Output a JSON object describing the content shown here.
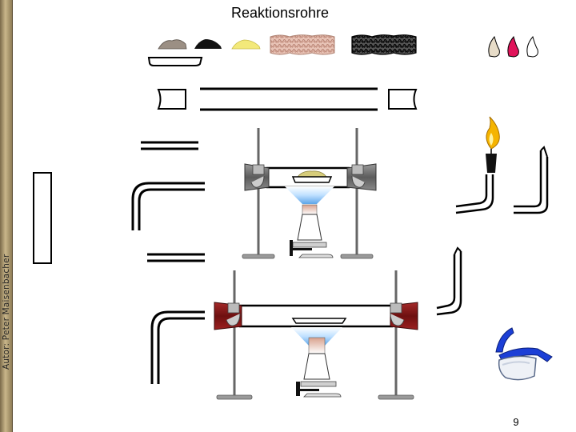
{
  "slide": {
    "title": "Reaktionsrohre",
    "author": "Autor: Peter Maisenbacher",
    "page_number": "9"
  },
  "colors": {
    "sidebar": "#b5a27a",
    "glass_outline": "#000000",
    "stand_metal": "#9a9a9a",
    "stopper_grey": "#7c7c7c",
    "stopper_red": "#8b1a1a",
    "burner_flame": "#7fb6e8",
    "solid_grey": "#9b8f84",
    "solid_black": "#111111",
    "solid_yellow": "#f3e97a",
    "wool_pink": "#d9a99a",
    "wool_black": "#222222",
    "drop_beige": "#e7dcc8",
    "drop_magenta": "#e0145a",
    "candle_flame": "#f5b400",
    "goggles_blue": "#1c3fd6"
  },
  "icons": [
    "grey-powder-icon",
    "black-powder-icon",
    "yellow-powder-icon",
    "steel-wool-icon",
    "black-wool-icon",
    "drop-icons",
    "combustion-boat-icon",
    "reaction-tube-icon",
    "rubber-stopper-icon",
    "glass-rod-icon",
    "bent-tube-icon",
    "test-tube-icon",
    "ring-stand-icon",
    "bunsen-burner-icon",
    "candle-icon",
    "safety-goggles-icon"
  ]
}
